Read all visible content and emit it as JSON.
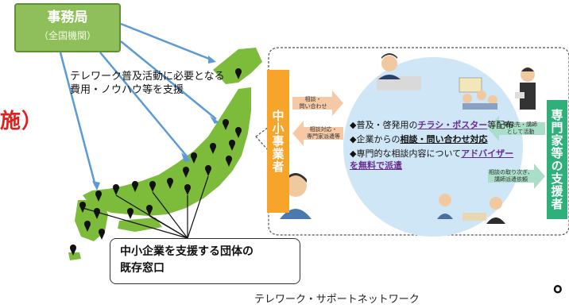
{
  "headquarters": {
    "title": "事務局",
    "subtitle": "（全国機関）"
  },
  "support_note": {
    "line1": "テレワーク普及活動に必要となる",
    "line2": "費用・ノウハウ等を支援"
  },
  "edge_fragments": {
    "red_text": "施）",
    "dot": "。"
  },
  "existing_window": {
    "line1": "中小企業を支援する団体の",
    "line2": "既存窓口"
  },
  "sme_label": "中小事業者",
  "expert_label": "専門家等の支援者",
  "arrows": {
    "sme_to_center": [
      "相談・",
      "問い合わせ"
    ],
    "center_to_sme": [
      "相談対応・",
      "専門家派遣等"
    ],
    "expert_to_center": [
      "相談先・講師",
      "として活動"
    ],
    "center_to_expert": [
      "相談の取り次ぎ、",
      "講師派遣依頼"
    ]
  },
  "center_items": {
    "item1": {
      "prefix": "◆普及・啓発用の",
      "highlight": "チラシ・ポスター",
      "suffix": "等配布"
    },
    "item2": {
      "prefix": "◆企業からの",
      "underline": "相談・問い合わせ対応"
    },
    "item3": {
      "prefix": "◆専門的な相談内容について",
      "underline": "アドバイザーを無料で派遣"
    }
  },
  "footer_caption": "テレワーク・サポートネットワーク",
  "colors": {
    "map_green": "#7dbb3a",
    "sme_orange": "#f7a52a",
    "expert_green": "#2fb07b",
    "arrow_blue": "#5b9bd5",
    "center_circle": "#cfe6f7",
    "red_text": "#e0201c"
  }
}
